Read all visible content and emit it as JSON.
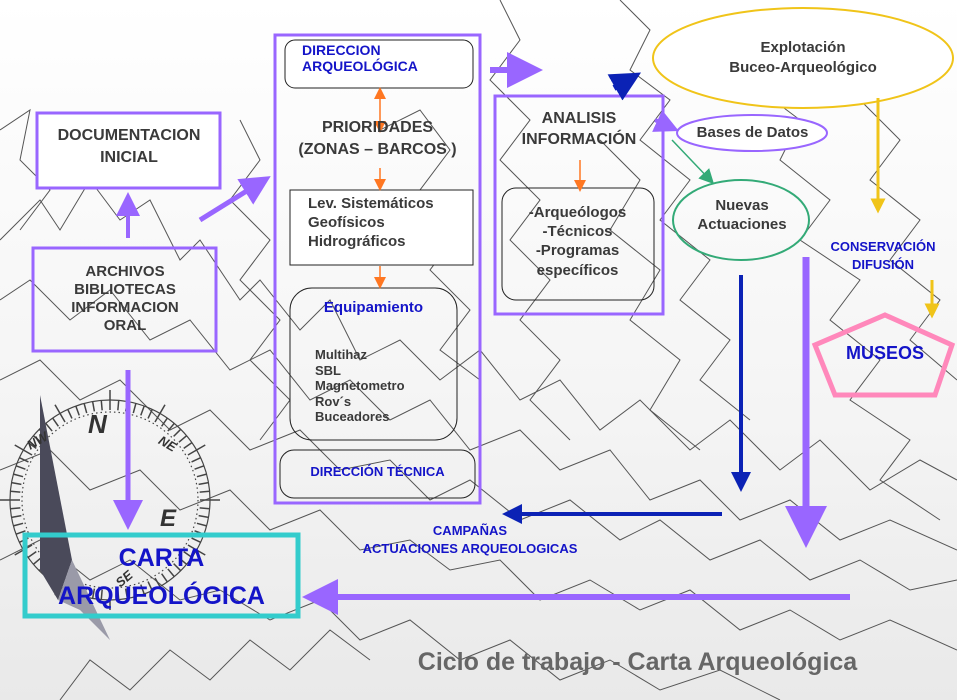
{
  "nodes": {
    "direccion_arqueologica": [
      "DIRECCION",
      "ARQUEOLÓGICA"
    ],
    "explotacion": [
      "Explotación",
      "Buceo-Arqueológico"
    ],
    "documentacion": [
      "DOCUMENTACION",
      "INICIAL"
    ],
    "prioridades": [
      "PRIORIDADES",
      "(ZONAS – BARCOS )"
    ],
    "analisis": [
      "ANALISIS",
      "INFORMACIÓN"
    ],
    "bases_datos": "Bases de Datos",
    "levantamientos": [
      "Lev. Sistemáticos",
      "Geofísicos",
      "Hidrográficos"
    ],
    "especialistas": [
      "-Arqueólogos",
      "-Técnicos",
      "-Programas",
      "específicos"
    ],
    "nuevas_actuaciones": [
      "Nuevas",
      "Actuaciones"
    ],
    "conservacion": [
      "CONSERVACIÓN",
      "DIFUSIÓN"
    ],
    "archivos": [
      "ARCHIVOS",
      "BIBLIOTECAS",
      "INFORMACION",
      "ORAL"
    ],
    "equipamiento_title": "Equipamiento",
    "equipamiento_items": [
      "Multihaz",
      "SBL",
      "Magnetometro",
      "Rov´s",
      "Buceadores"
    ],
    "museos": "MUSEOS",
    "direccion_tecnica": "DIRECCIÓN TÉCNICA",
    "campanas": [
      "CAMPAÑAS",
      "ACTUACIONES ARQUEOLOGICAS"
    ],
    "carta": [
      "CARTA",
      "ARQUEOLÓGICA"
    ]
  },
  "footer_title": "Ciclo de trabajo  - Carta Arqueológica",
  "compass": {
    "labels": [
      "N",
      "NE",
      "NW",
      "E",
      "SE"
    ],
    "icon": "compass-rose-icon"
  },
  "colors": {
    "purple": "#9966ff",
    "blue_text": "#1414c8",
    "dark_blue_arrow": "#0b22b5",
    "gold": "#f0c419",
    "pink": "#ff88bb",
    "teal": "#33cccc",
    "green": "#33aa77",
    "orange": "#ff7722"
  }
}
